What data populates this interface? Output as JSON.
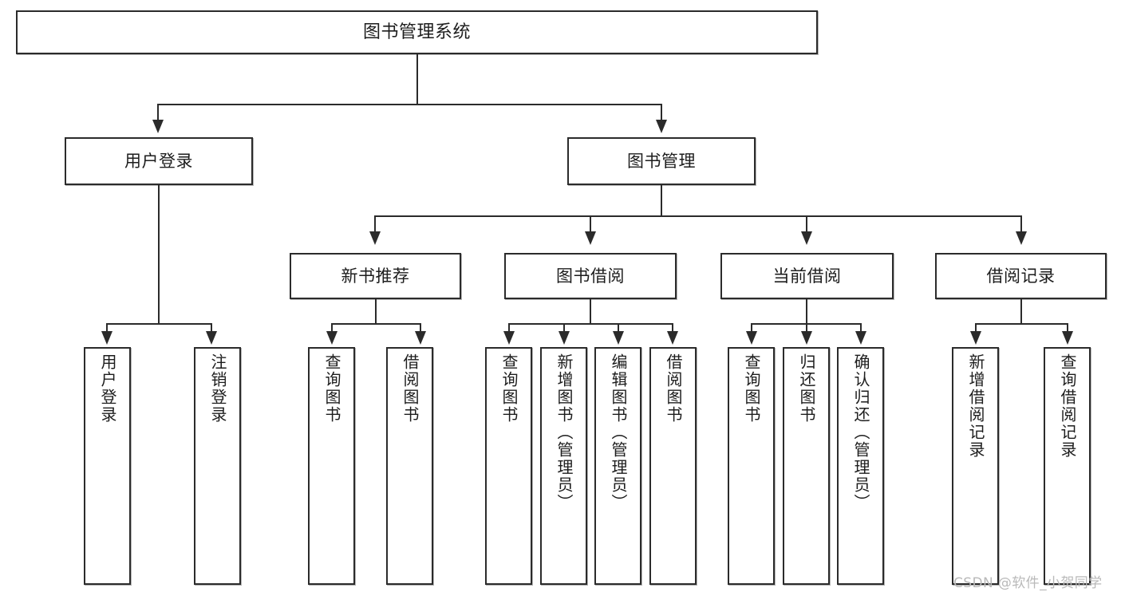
{
  "diagram": {
    "title": "图书管理系统",
    "type": "tree-structure-chart",
    "root": {
      "label": "图书管理系统"
    },
    "level2": [
      {
        "label": "用户登录"
      },
      {
        "label": "图书管理"
      }
    ],
    "level3": [
      {
        "label": "新书推荐"
      },
      {
        "label": "图书借阅"
      },
      {
        "label": "当前借阅"
      },
      {
        "label": "借阅记录"
      }
    ],
    "leaves": {
      "user_login": [
        {
          "label": "用户登录"
        },
        {
          "label": "注销登录"
        }
      ],
      "new_book_recommend": [
        {
          "label": "查询图书"
        },
        {
          "label": "借阅图书"
        }
      ],
      "book_borrow": [
        {
          "label": "查询图书"
        },
        {
          "label": "新增图书（管理员）"
        },
        {
          "label": "编辑图书（管理员）"
        },
        {
          "label": "借阅图书"
        }
      ],
      "current_borrow": [
        {
          "label": "查询图书"
        },
        {
          "label": "归还图书"
        },
        {
          "label": "确认归还（管理员）"
        }
      ],
      "borrow_record": [
        {
          "label": "新增借阅记录"
        },
        {
          "label": "查询借阅记录"
        }
      ]
    }
  },
  "watermark": {
    "text": "CSDN @软件_小贺同学"
  },
  "colors": {
    "stroke": "#2b2b2b",
    "fill": "#ffffff",
    "text": "#1d1d1d",
    "watermark": "#b9b9b9"
  }
}
